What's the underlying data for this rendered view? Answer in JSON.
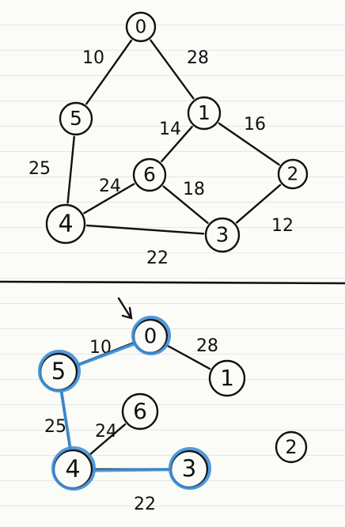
{
  "top_graph": {
    "nodes": [
      {
        "id": "n0",
        "label": "0"
      },
      {
        "id": "n1",
        "label": "1"
      },
      {
        "id": "n2",
        "label": "2"
      },
      {
        "id": "n3",
        "label": "3"
      },
      {
        "id": "n4",
        "label": "4"
      },
      {
        "id": "n5",
        "label": "5"
      },
      {
        "id": "n6",
        "label": "6"
      }
    ],
    "edges": [
      {
        "from": "n0",
        "to": "n5",
        "weight": "10"
      },
      {
        "from": "n0",
        "to": "n1",
        "weight": "28"
      },
      {
        "from": "n1",
        "to": "n6",
        "weight": "14"
      },
      {
        "from": "n1",
        "to": "n2",
        "weight": "16"
      },
      {
        "from": "n5",
        "to": "n4",
        "weight": "25"
      },
      {
        "from": "n6",
        "to": "n4",
        "weight": "24"
      },
      {
        "from": "n6",
        "to": "n3",
        "weight": "18"
      },
      {
        "from": "n2",
        "to": "n3",
        "weight": "12"
      },
      {
        "from": "n4",
        "to": "n3",
        "weight": "22"
      }
    ]
  },
  "bottom_graph": {
    "nodes": [
      {
        "id": "n0",
        "label": "0"
      },
      {
        "id": "n1",
        "label": "1"
      },
      {
        "id": "n2",
        "label": "2"
      },
      {
        "id": "n3",
        "label": "3"
      },
      {
        "id": "n4",
        "label": "4"
      },
      {
        "id": "n5",
        "label": "5"
      },
      {
        "id": "n6",
        "label": "6"
      }
    ],
    "edges": [
      {
        "from": "n0",
        "to": "n5",
        "weight": "10"
      },
      {
        "from": "n0",
        "to": "n1",
        "weight": "28"
      },
      {
        "from": "n5",
        "to": "n4",
        "weight": "25"
      },
      {
        "from": "n6",
        "to": "n4",
        "weight": "24"
      },
      {
        "from": "n4",
        "to": "n3",
        "weight": "22"
      }
    ],
    "highlighted_nodes": [
      "n0",
      "n5",
      "n4",
      "n3"
    ],
    "highlighted_edges": [
      [
        "n0",
        "n5"
      ],
      [
        "n5",
        "n4"
      ],
      [
        "n4",
        "n3"
      ]
    ],
    "start_arrow_target": "n0"
  },
  "colors": {
    "ink": "#111111",
    "highlight": "#3d8fd6",
    "paper": "#fbfbf8",
    "rule_lines": "#e3e6ea"
  }
}
